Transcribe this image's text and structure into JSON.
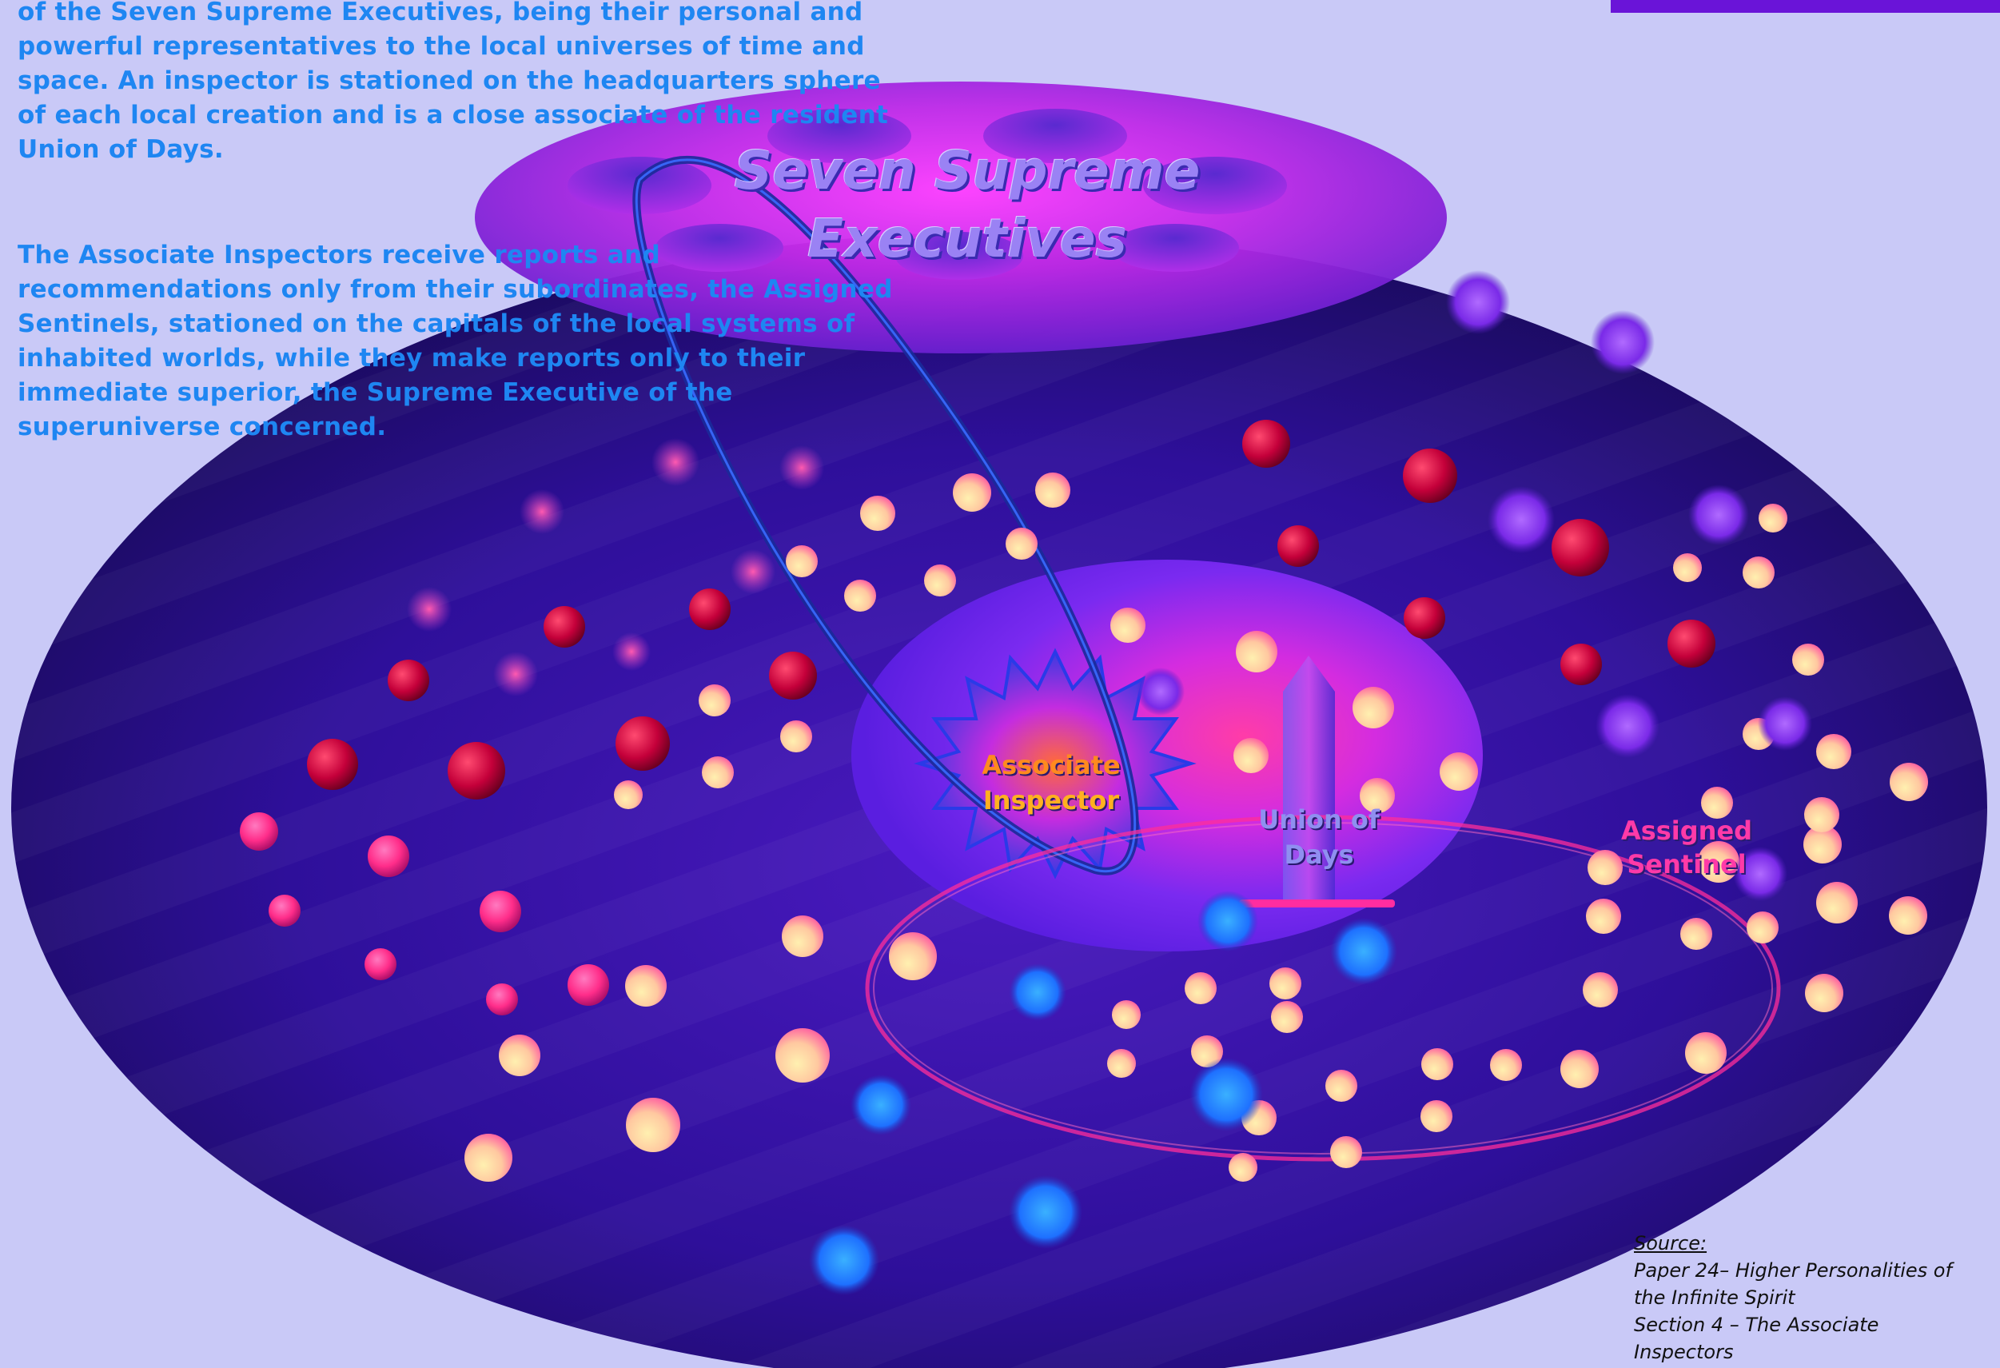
{
  "intro_text": "of the Seven Supreme Executives, being their personal and\npowerful representatives to the local universes of time and\nspace. An inspector is stationed on the headquarters sphere\nof each local creation and is a close associate of the resident\nUnion of Days.",
  "paragraph2": "The Associate Inspectors receive reports and\nrecommendations only from their subordinates, the Assigned\nSentinels, stationed on the capitals of the local systems of\ninhabited worlds, while they make reports only to their\nimmediate superior, the Supreme Executive of the\nsuperuniverse concerned.",
  "diagram": {
    "title_line1": "Seven Supreme",
    "title_line2": "Executives",
    "associate_inspector_line1": "Associate",
    "associate_inspector_line2": "Inspector",
    "union_of_days_line1": "Union of",
    "union_of_days_line2": "Days",
    "assigned_sentinel_line1": "Assigned",
    "assigned_sentinel_line2": "Sentinel"
  },
  "source": {
    "heading": "Source:",
    "line1": "Paper 24– Higher Personalities of",
    "line2": "the Infinite Spirit",
    "line3": "Section 4 –  The Associate",
    "line4": "Inspectors"
  },
  "colors": {
    "background": "#c9c9f7",
    "text_blue": "#1e86f2",
    "orb_pink": "#ff2d8a",
    "orb_peach": "#ffe7a8",
    "orb_red": "#c4003a",
    "orb_blue": "#1e90ff",
    "orb_violet": "#8a3df0"
  }
}
